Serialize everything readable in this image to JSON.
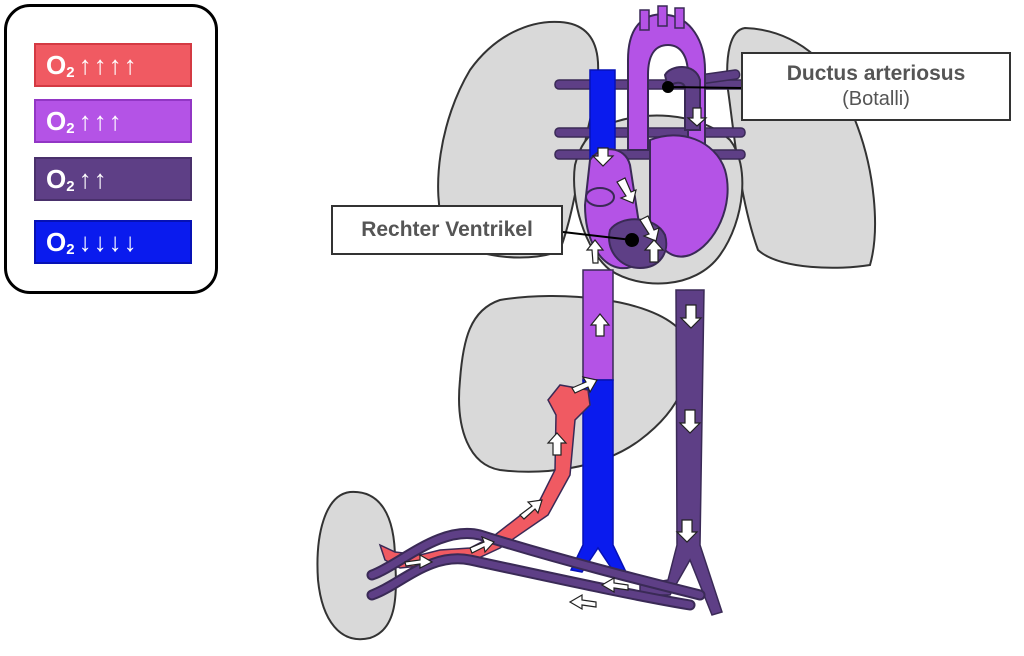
{
  "legend": {
    "items": [
      {
        "symbol": "O",
        "subscript": "2",
        "arrows": "↑↑↑↑",
        "color": "#f05a62"
      },
      {
        "symbol": "O",
        "subscript": "2",
        "arrows": "↑↑↑",
        "color": "#b453e6"
      },
      {
        "symbol": "O",
        "subscript": "2",
        "arrows": "↑↑",
        "color": "#5e3f86"
      },
      {
        "symbol": "O",
        "subscript": "2",
        "arrows": "↓↓↓↓",
        "color": "#0a1bee"
      }
    ]
  },
  "labels": {
    "ductus_title": "Ductus arteriosus",
    "ductus_subtitle": "(Botalli)",
    "right_ventricle": "Rechter Ventrikel"
  },
  "colors": {
    "organ_gray": "#d9d9d9",
    "high_oxygen": "#f05a62",
    "mid_high_oxygen": "#b453e6",
    "mid_oxygen": "#5e3f86",
    "low_oxygen": "#0a1bee"
  }
}
